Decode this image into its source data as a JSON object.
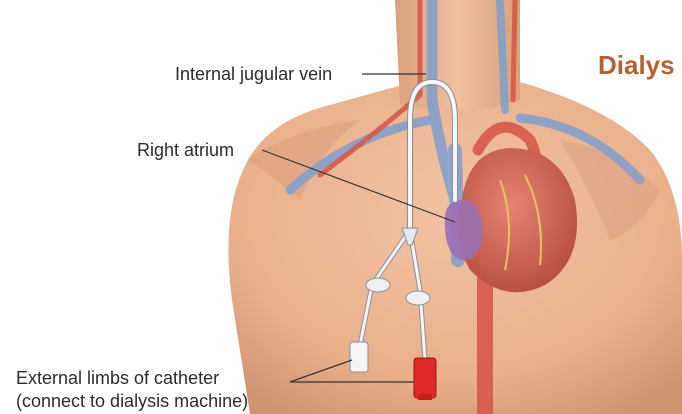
{
  "title": "Dialys",
  "colors": {
    "title": "#b5602f",
    "skin": "#e9b08c",
    "skin_shadow": "#c98a66",
    "vein": "#7f9fcf",
    "artery": "#d6584c",
    "heart": "#cf6a55",
    "atrium": "#9b6fb3",
    "catheter": "#f3f4f6",
    "red_connector": "#e02a2a",
    "leader_line": "#333333"
  },
  "labels": {
    "internal_jugular_vein": "Internal jugular vein",
    "right_atrium": "Right atrium",
    "external_limbs_line1": "External limbs of catheter",
    "external_limbs_line2": "(connect to dialysis machine)"
  }
}
